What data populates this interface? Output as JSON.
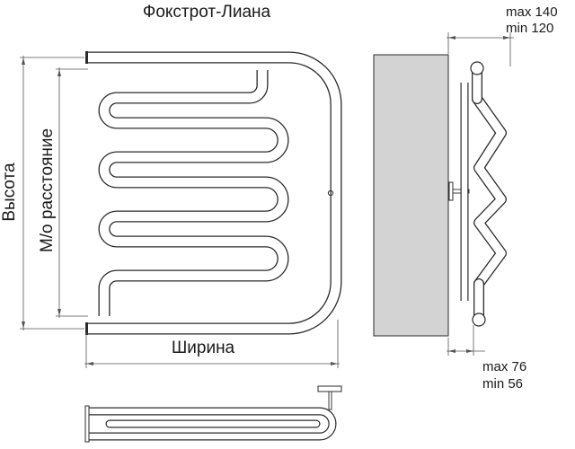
{
  "title": "Фокстрот-Лиана",
  "labels": {
    "height": "Высота",
    "center_distance": "М/о расстояние",
    "width": "Ширина"
  },
  "side_dims": {
    "top_max": "max 140",
    "top_min": "min 120",
    "bottom_max": "max 76",
    "bottom_min": "min 56"
  },
  "colors": {
    "line": "#2b2b2b",
    "wall": "#d3d3d3",
    "dim": "#555555"
  }
}
